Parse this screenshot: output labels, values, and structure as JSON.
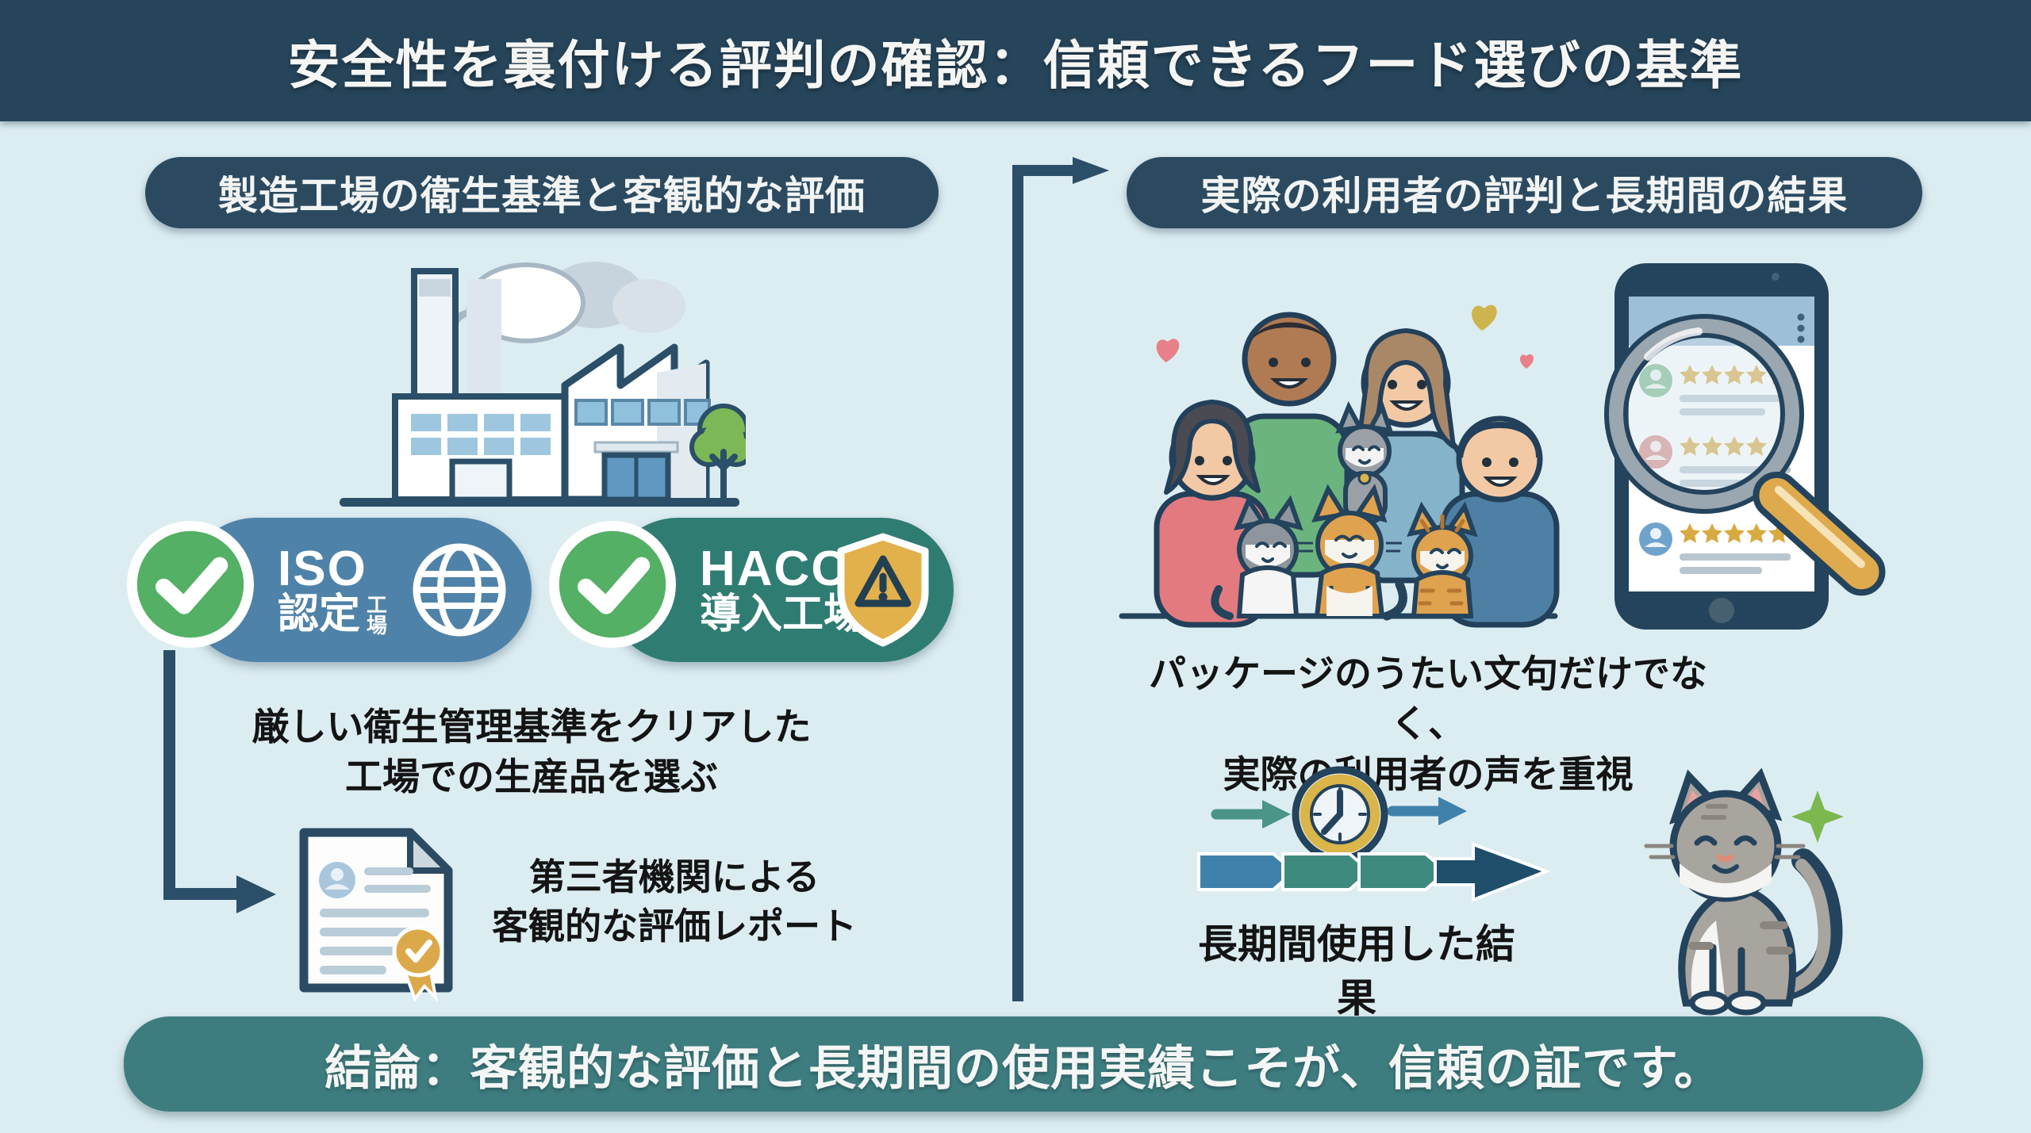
{
  "header": {
    "title": "安全性を裏付ける評判の確認：信頼できるフード選びの基準"
  },
  "left_section": {
    "header": "製造工場の衛生基準と客観的な評価",
    "iso_badge": {
      "line1": "ISO",
      "line2_main": "認定",
      "stack_top": "工",
      "stack_bottom": "場"
    },
    "haccp_badge": {
      "line1": "HACCP",
      "line2": "導入工場"
    },
    "note_line1": "厳しい衛生管理基準をクリアした",
    "note_line2": "工場での生産品を選ぶ",
    "report_line1": "第三者機関による",
    "report_line2": "客観的な評価レポート"
  },
  "right_section": {
    "header": "実際の利用者の評判と長期間の結果",
    "note_line1": "パッケージのうたい文句だけでなく、",
    "note_line2": "実際の利用者の声を重視",
    "timeline_caption": "長期間使用した結果"
  },
  "conclusion": {
    "text": "結論：客観的な評価と長期間の使用実績こそが、信頼の証です。"
  },
  "colors": {
    "background": "#dcedf2",
    "top_banner": "#26455b",
    "section_pill": "#2b4a60",
    "iso_blue": "#4f82a8",
    "haccp_teal": "#2f7c72",
    "check_green": "#53b065",
    "gold": "#d9a942",
    "arrow_navy": "#2b4f68",
    "conclusion_teal": "#3d7d80"
  }
}
